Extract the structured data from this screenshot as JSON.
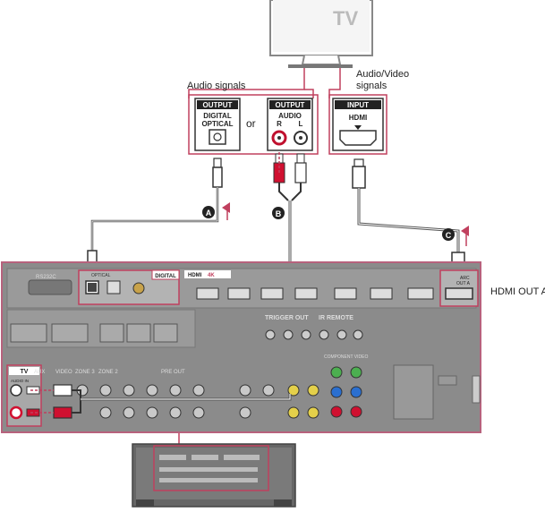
{
  "tv": {
    "label": "TV"
  },
  "labels": {
    "audio_signals": "Audio signals",
    "av_signals_line1": "Audio/Video",
    "av_signals_line2": "signals",
    "or": "or",
    "hdmi_out_a": "HDMI OUT A"
  },
  "tv_ports": {
    "optical": {
      "header": "OUTPUT",
      "line1": "DIGITAL",
      "line2": "OPTICAL"
    },
    "analog": {
      "header": "OUTPUT",
      "line1": "AUDIO",
      "r": "R",
      "l": "L"
    },
    "hdmi": {
      "header": "INPUT",
      "line1": "HDMI"
    }
  },
  "cables": {
    "a": "A",
    "b": "B",
    "c": "C"
  },
  "panel": {
    "rs232c": "RS232C",
    "optical": "OPTICAL",
    "digital": "DIGITAL",
    "hdmi": "HDMI",
    "hdmi_4k": "4K",
    "trigger_out": "TRIGGER OUT",
    "ir_remote": "IR REMOTE",
    "tv": "TV",
    "audio_in": "AUDIO IN",
    "aux": "AUX",
    "video": "VIDEO",
    "zone3": "ZONE 3",
    "zone2": "ZONE 2",
    "pre_out": "PRE OUT",
    "component_video": "COMPONENT VIDEO",
    "arc": "ARC",
    "out_a": "OUT A"
  },
  "colors": {
    "accent": "#c0405e",
    "cable": "#555555",
    "panel_bg": "#8b8b8b",
    "panel_border": "#b7627d",
    "red_plug": "#d01030"
  }
}
